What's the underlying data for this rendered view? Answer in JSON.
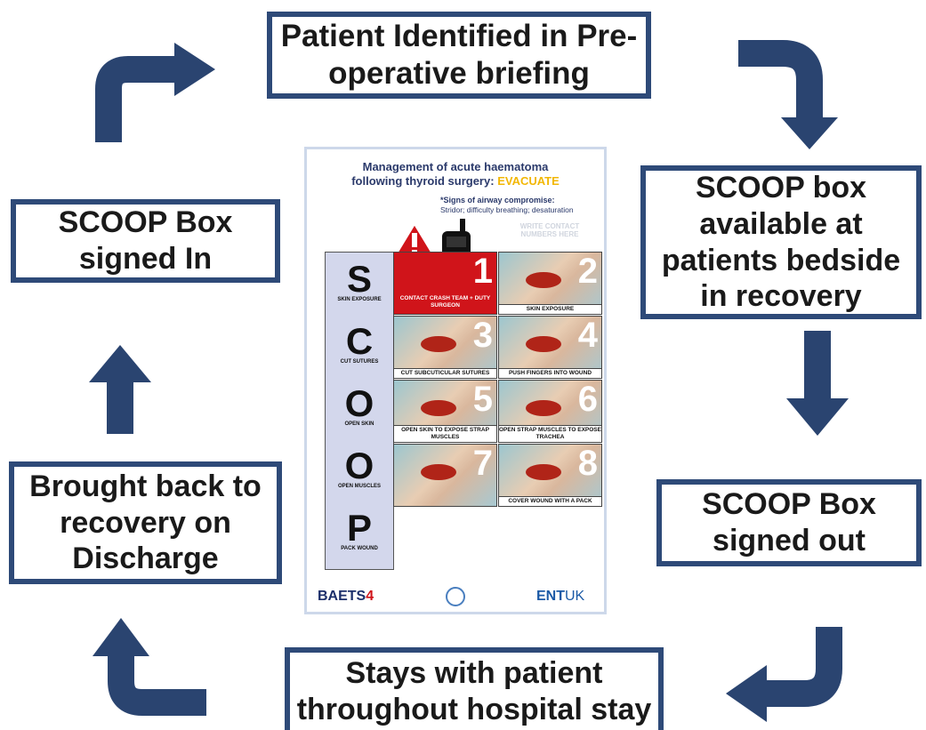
{
  "flow": {
    "top": [
      "Patient Identified in Pre-",
      "operative briefing"
    ],
    "right1": [
      "SCOOP box",
      "available at",
      "patients bedside",
      "in recovery"
    ],
    "right2": [
      "SCOOP Box",
      "signed out"
    ],
    "bottom": [
      "Stays with patient",
      "throughout hospital stay"
    ],
    "left2": [
      "Brought back to",
      "recovery on",
      "Discharge"
    ],
    "left1": [
      "SCOOP Box",
      "signed In"
    ]
  },
  "poster": {
    "title1": "Management of acute haematoma",
    "title2": "following thyroid surgery:",
    "evacuate": "EVACUATE",
    "signs_title": "*Signs of airway compromise:",
    "signs_text": "Stridor; difficulty breathing; desaturation",
    "write_contact": "WRITE CONTACT NUMBERS HERE",
    "letters": [
      {
        "letter": "S",
        "label": "SKIN EXPOSURE"
      },
      {
        "letter": "C",
        "label": "CUT SUTURES"
      },
      {
        "letter": "O",
        "label": "OPEN SKIN"
      },
      {
        "letter": "O",
        "label": "OPEN MUSCLES"
      },
      {
        "letter": "P",
        "label": "PACK WOUND"
      }
    ],
    "steps": [
      {
        "num": "1",
        "caption": "CONTACT CRASH TEAM + DUTY SURGEON"
      },
      {
        "num": "2",
        "caption": "SKIN EXPOSURE"
      },
      {
        "num": "3",
        "caption": "CUT SUBCUTICULAR SUTURES"
      },
      {
        "num": "4",
        "caption": "PUSH FINGERS INTO WOUND"
      },
      {
        "num": "5",
        "caption": "OPEN SKIN TO EXPOSE STRAP MUSCLES"
      },
      {
        "num": "6",
        "caption": "OPEN STRAP MUSCLES TO EXPOSE TRACHEA"
      },
      {
        "num": "7",
        "caption": ""
      },
      {
        "num": "8",
        "caption": "COVER WOUND WITH A PACK"
      }
    ],
    "logos": {
      "baets": "BAETS",
      "ent": "ENT",
      "uk": "UK"
    }
  },
  "colors": {
    "box_border": "#2e4a78",
    "arrow": "#2a4470",
    "evacuate": "#f2b705",
    "step1_red": "#d0141a"
  }
}
